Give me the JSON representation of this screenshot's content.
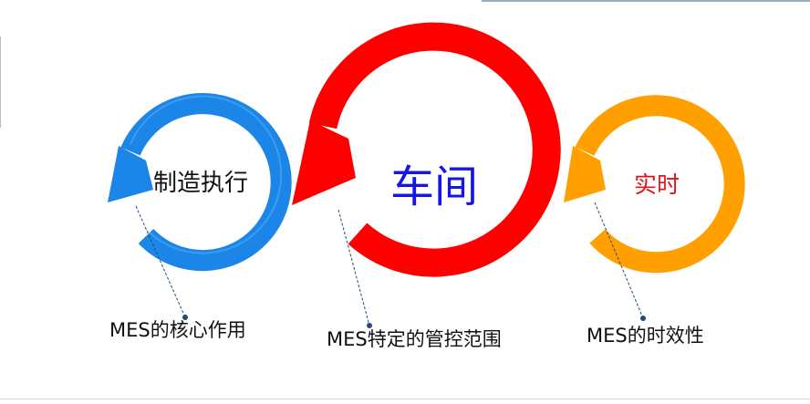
{
  "cycles": [
    {
      "id": "manufacturing",
      "word": "制造执行",
      "caption": "MES的核心作用",
      "color": "#1b86e8"
    },
    {
      "id": "workshop",
      "word": "车间",
      "caption": "MES特定的管控范围",
      "color": "#fe0000"
    },
    {
      "id": "realtime",
      "word": "实时",
      "caption": "MES的时效性",
      "color": "#ffa000"
    }
  ]
}
